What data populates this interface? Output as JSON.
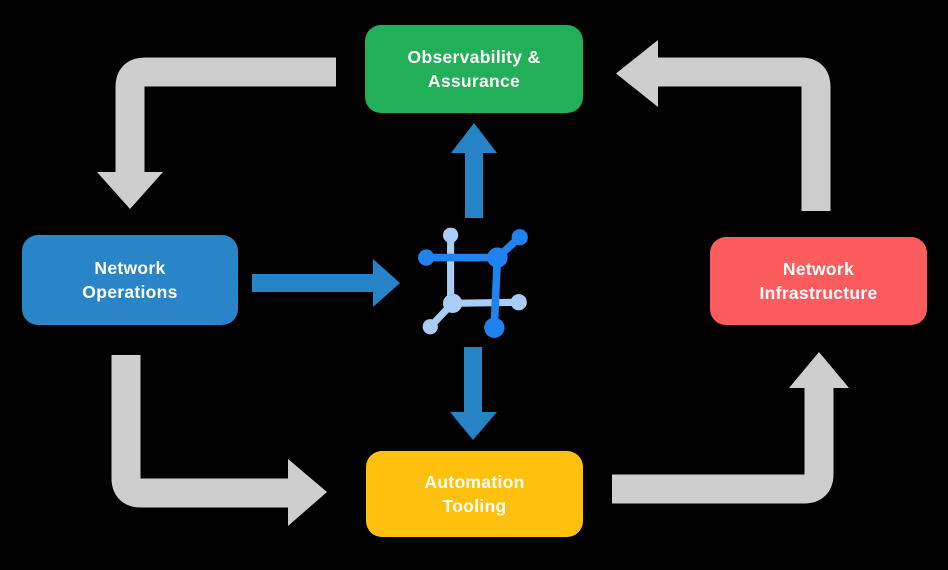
{
  "colors": {
    "background": "#000000",
    "node_green": "#23AE58",
    "node_blue": "#2A85C8",
    "node_red": "#FC5C5E",
    "node_yellow": "#FFC10D",
    "node_text": "#FFFFFF",
    "flow_arrow_gray": "#CECECE",
    "data_arrow_blue": "#2583C6",
    "icon_dark_blue": "#1F82EE",
    "icon_light_blue": "#A9CDF4"
  },
  "nodes": {
    "observability": {
      "line1": "Observability &",
      "line2": "Assurance"
    },
    "operations": {
      "line1": "Network",
      "line2": "Operations"
    },
    "infrastructure": {
      "line1": "Network",
      "line2": "Infrastructure"
    },
    "automation": {
      "line1": "Automation",
      "line2": "Tooling"
    }
  },
  "center_icon": {
    "name": "network-mesh-icon"
  },
  "flows": [
    {
      "from": "Observability & Assurance",
      "to": "Network Operations",
      "style": "gray-cycle"
    },
    {
      "from": "Network Operations",
      "to": "Automation Tooling",
      "style": "gray-cycle"
    },
    {
      "from": "Automation Tooling",
      "to": "Network Infrastructure",
      "style": "gray-cycle"
    },
    {
      "from": "Network Infrastructure",
      "to": "Observability & Assurance",
      "style": "gray-cycle"
    },
    {
      "from": "Network Operations",
      "to": "center-icon",
      "style": "blue-data"
    },
    {
      "from": "center-icon",
      "to": "Observability & Assurance",
      "style": "blue-data"
    },
    {
      "from": "center-icon",
      "to": "Automation Tooling",
      "style": "blue-data"
    }
  ]
}
